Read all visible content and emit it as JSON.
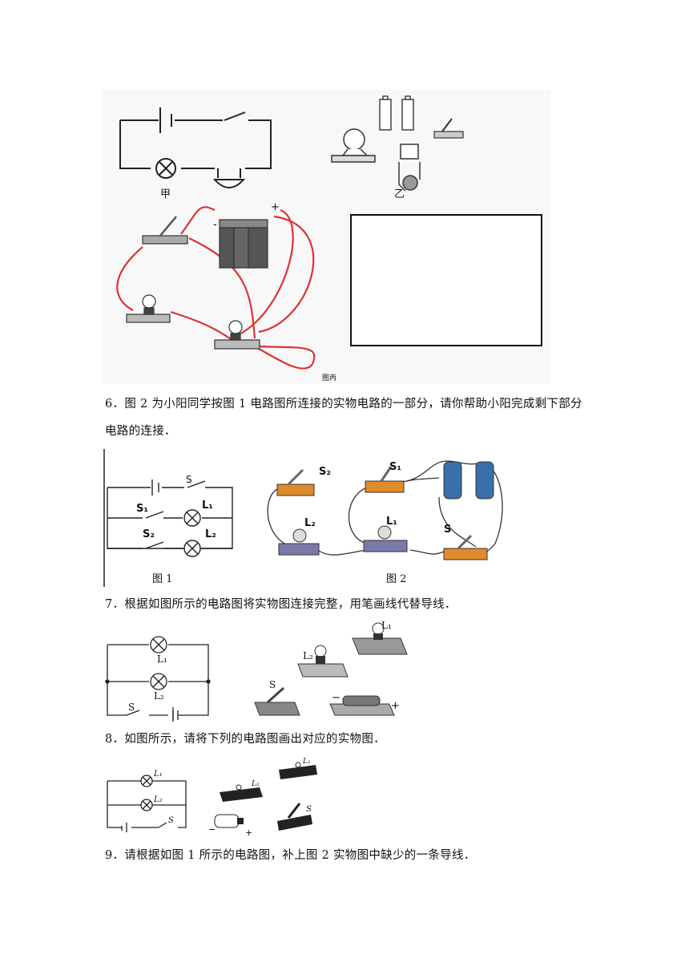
{
  "figure1": {
    "label_jia": "甲",
    "label_yi": "乙",
    "label_bing": "图丙",
    "plus_sign": "+",
    "minus_sign": "-"
  },
  "q6": {
    "line1": "6．图 2 为小阳同学按图 1 电路图所连接的实物电路的一部分，请你帮助小阳完成剩下部分",
    "line2": "电路的连接．",
    "fig1": {
      "S": "S",
      "S1": "S₁",
      "L1": "L₁",
      "S2": "S₂",
      "L2": "L₂",
      "caption": "图 1"
    },
    "fig2": {
      "S2": "S₂",
      "S1": "S₁",
      "L2": "L₂",
      "L1": "L₁",
      "S": "S",
      "caption": "图 2"
    }
  },
  "q7": {
    "line1": "7．根据如图所示的电路图将实物图连接完整，用笔画线代替导线．",
    "schematic": {
      "L1": "L₁",
      "L2": "L₂",
      "S": "S"
    },
    "physical": {
      "L1": "L₁",
      "L2": "L₂",
      "S": "S",
      "minus": "−",
      "plus": "+"
    }
  },
  "q8": {
    "line1": "8．如图所示，请将下列的电路图画出对应的实物图．",
    "schematic": {
      "L1": "L₁",
      "L2": "L₂",
      "S": "S"
    },
    "physical": {
      "L1": "L₁",
      "L2": "L₂",
      "S": "S",
      "minus": "−",
      "plus": "+"
    }
  },
  "q9": {
    "line1": "9．请根据如图 1 所示的电路图，补上图 2 实物图中缺少的一条导线．"
  }
}
